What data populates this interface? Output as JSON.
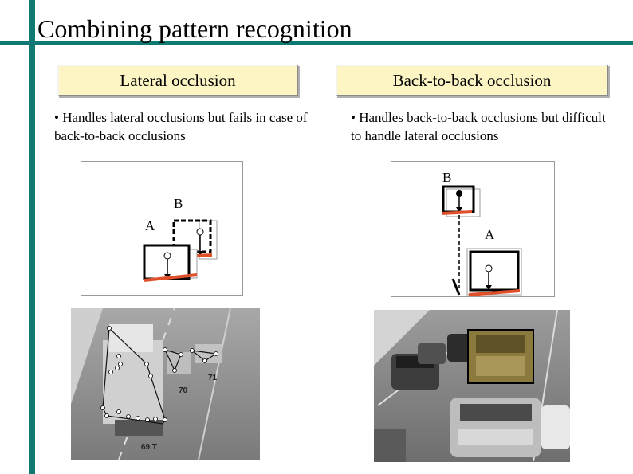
{
  "slide": {
    "title": "Combining pattern recognition",
    "accent_color": "#0f7a74"
  },
  "left": {
    "label": "Lateral occlusion",
    "bullet": "• Handles lateral occlusions but fails in case of back-to-back occlusions",
    "diagram": {
      "label_a": "A",
      "label_b": "B"
    },
    "photo": {
      "labels": [
        "71",
        "70",
        "69 T"
      ]
    }
  },
  "right": {
    "label": "Back-to-back occlusion",
    "bullet": "• Handles back-to-back occlusions but difficult to handle lateral occlusions",
    "diagram": {
      "label_a": "A",
      "label_b": "B"
    }
  },
  "colors": {
    "label_bg": "#fdf6c4",
    "shadow_red": "#e0502a"
  }
}
